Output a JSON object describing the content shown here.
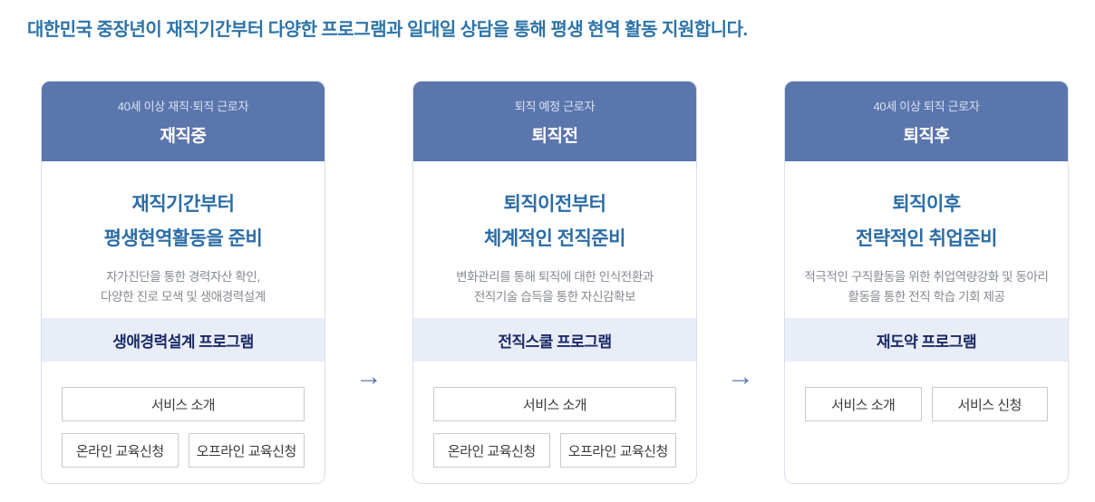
{
  "page": {
    "title": "대한민국 중장년이 재직기간부터 다양한 프로그램과 일대일 상담을 통해 평생 현역 활동 지원합니다."
  },
  "colors": {
    "accent_blue": "#5b76ad",
    "page_title_blue": "#2e74a8",
    "card_title_blue": "#2b6da6",
    "program_band_bg": "#e9edf8",
    "program_band_text": "#1b2a66"
  },
  "icons": {
    "arrow_right": "→"
  },
  "cards": [
    {
      "audience": "40세 이상 재직·퇴직 근로자",
      "stage": "재직중",
      "title_line1": "재직기간부터",
      "title_line2": "평생현역활동을 준비",
      "desc_line1": "자가진단을 통한 경력자산 확인,",
      "desc_line2": "다양한 진로 모색 및 생애경력설계",
      "program": "생애경력설계 프로그램",
      "buttons": {
        "intro": "서비스 소개",
        "online": "온라인 교육신청",
        "offline": "오프라인 교육신청"
      }
    },
    {
      "audience": "퇴직 예정 근로자",
      "stage": "퇴직전",
      "title_line1": "퇴직이전부터",
      "title_line2": "체계적인 전직준비",
      "desc_line1": "변화관리를 통해 퇴직에 대한 인식전환과",
      "desc_line2": "전직기술 습득을 통한 자신감확보",
      "program": "전직스쿨 프로그램",
      "buttons": {
        "intro": "서비스 소개",
        "online": "온라인 교육신청",
        "offline": "오프라인 교육신청"
      }
    },
    {
      "audience": "40세 이상 퇴직 근로자",
      "stage": "퇴직후",
      "title_line1": "퇴직이후",
      "title_line2": "전략적인 취업준비",
      "desc_line1": "적극적인 구직활동을 위한 취업역량강화 및 동아리",
      "desc_line2": "활동을 통한 전직 학습 기회 제공",
      "program": "재도약 프로그램",
      "buttons": {
        "intro": "서비스 소개",
        "apply": "서비스 신청"
      }
    }
  ]
}
